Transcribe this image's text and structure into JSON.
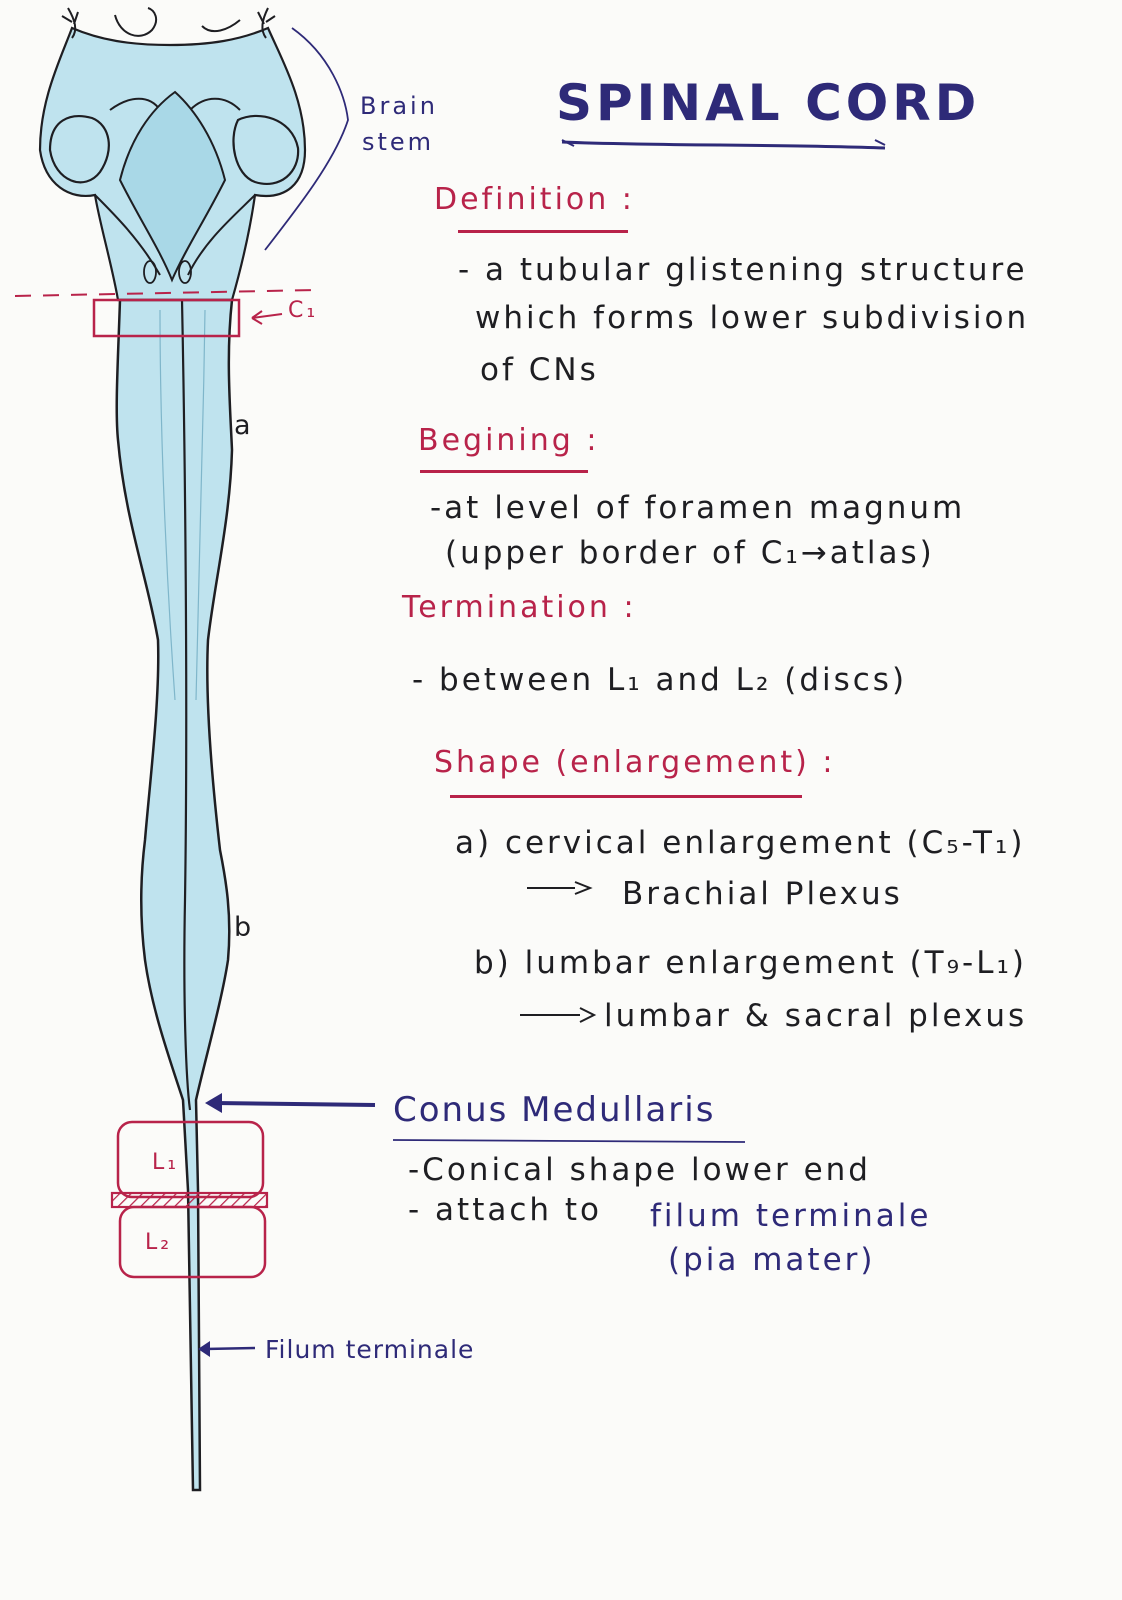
{
  "title": "SPINAL CORD",
  "brain_stem_label_line1": "Brain",
  "brain_stem_label_line2": "stem",
  "c1_label": "C₁",
  "a_label": "a",
  "b_label": "b",
  "l1_label": "L₁",
  "l2_label": "L₂",
  "filum_label": "Filum terminale",
  "definition": {
    "heading": "Definition :",
    "line1": "- a  tubular glistening structure",
    "line2": "which  forms  lower  subdivision",
    "line3": "of  CNs"
  },
  "beginning": {
    "heading": "Begining :",
    "line1": "-at  level  of  foramen  magnum",
    "line2": "(upper  border  of  C₁→atlas)"
  },
  "termination": {
    "heading": "Termination :",
    "line1": "- between  L₁  and  L₂  (discs)"
  },
  "shape": {
    "heading": "Shape (enlargement) :",
    "a_line": "a) cervical  enlargement  (C₅-T₁)",
    "a_arrow": "Brachial  Plexus",
    "b_line": "b) lumbar  enlargement  (T₉-L₁)",
    "b_arrow": "lumbar  &  sacral  plexus"
  },
  "conus": {
    "heading": "Conus  Medullaris",
    "line1": "-Conical  shape  lower  end",
    "line2": "- attach  to",
    "line2_blue": "filum  terminale",
    "line3": "(pia  mater)"
  },
  "colors": {
    "ink_navy": "#2e2a78",
    "ink_red": "#b8234a",
    "ink_black": "#1e1e22",
    "cord_fill": "#bfe3ee"
  }
}
